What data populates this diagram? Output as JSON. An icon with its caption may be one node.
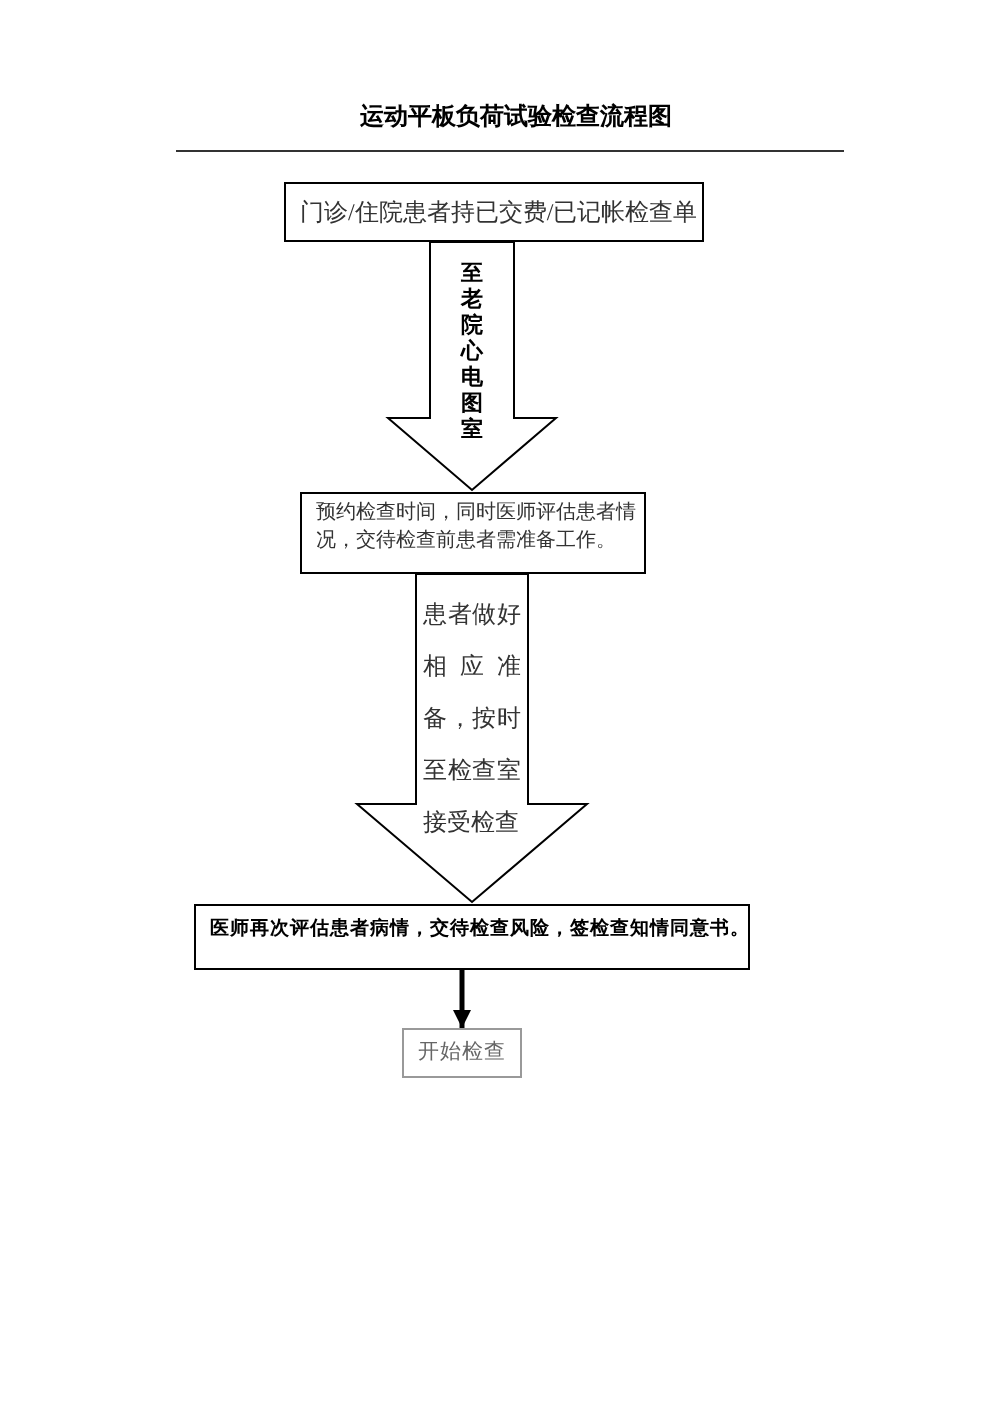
{
  "diagram": {
    "title": "运动平板负荷试验检查流程图",
    "nodes": [
      {
        "text": [
          "门诊/住院患者持已交费/已记帐检查单"
        ]
      },
      {
        "text": [
          "预约检查时间，同时医师评估患者情况，交待检查前患者需准备工作。"
        ]
      },
      {
        "text": [
          "医师再次评估患者病情，交待检查风险，签检查知情同意书。"
        ]
      },
      {
        "text": [
          "开始检查"
        ]
      }
    ],
    "edges": [
      {
        "from": 0,
        "to": 1,
        "arrow": "to",
        "label": "至老院心电图室"
      },
      {
        "from": 1,
        "to": 2,
        "arrow": "to",
        "label": "患者做好相应准备，按时至检查室接受检查"
      },
      {
        "from": 2,
        "to": 3,
        "arrow": "to"
      }
    ]
  }
}
